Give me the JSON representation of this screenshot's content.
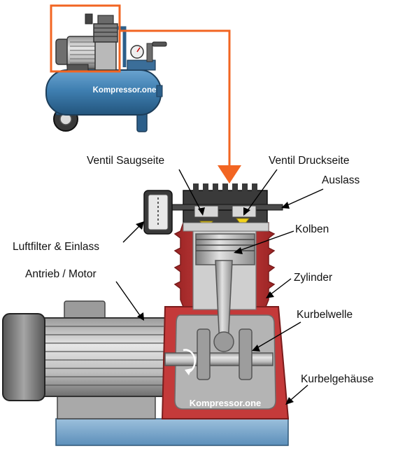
{
  "brand_small": "Kompressor.one",
  "brand_large": "Kompressor.one",
  "labels": {
    "suction_valve": "Ventil Saugseite",
    "pressure_valve": "Ventil Druckseite",
    "outlet": "Auslass",
    "air_filter_inlet": "Luftfilter & Einlass",
    "piston": "Kolben",
    "drive_motor": "Antrieb / Motor",
    "cylinder": "Zylinder",
    "crankshaft": "Kurbelwelle",
    "crankcase": "Kurbelgehäuse"
  },
  "colors": {
    "tank_blue": "#3f7fb1",
    "highlight_orange": "#f26522",
    "housing_red": "#c43a3a",
    "base_blue": "#7aa6c9",
    "valve_yellow": "#f2d21c"
  },
  "icons": [
    "arrow-leader-icon",
    "rotation-arrow-icon",
    "air-filter-icon"
  ]
}
